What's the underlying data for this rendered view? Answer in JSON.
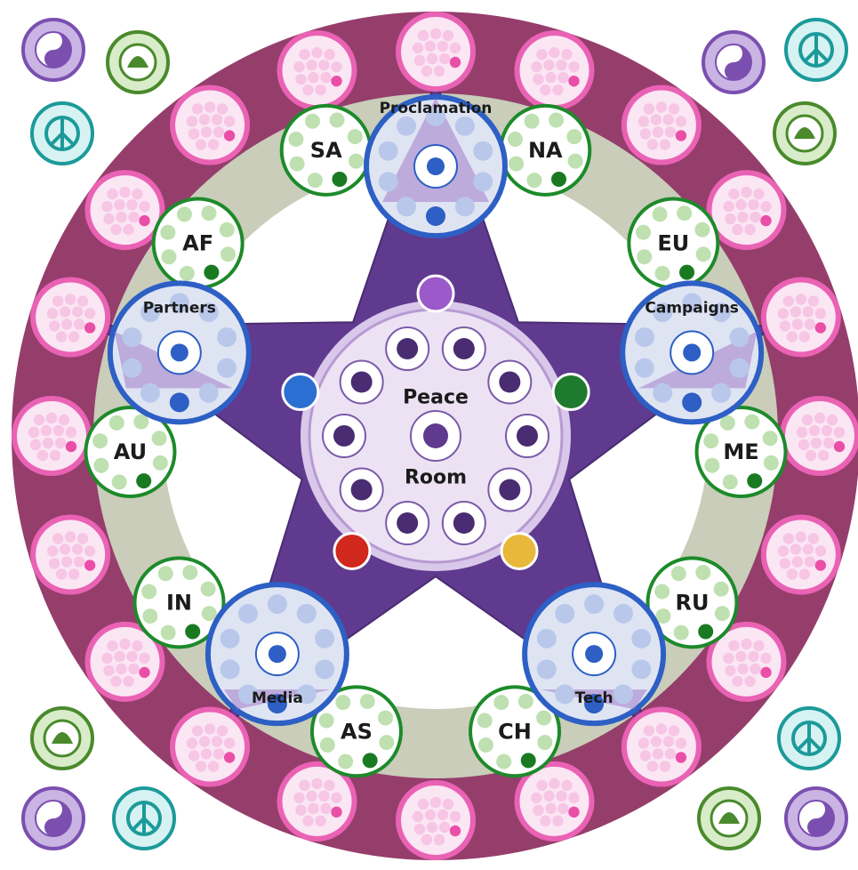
{
  "center": {
    "line1": "Peace",
    "line2": "Room"
  },
  "hubs": [
    {
      "id": "proclamation",
      "label": "Proclamation",
      "icon": "quill-inkwell-icon"
    },
    {
      "id": "campaigns",
      "label": "Campaigns",
      "icon": "shield-icon"
    },
    {
      "id": "tech",
      "label": "Tech",
      "icon": "flower-of-life-icon"
    },
    {
      "id": "media",
      "label": "Media",
      "icon": "palm-trees-icon"
    },
    {
      "id": "partners",
      "label": "Partners",
      "icon": "gender-symbols-icon"
    }
  ],
  "regions": [
    "SA",
    "NA",
    "EU",
    "ME",
    "RU",
    "CH",
    "AS",
    "IN",
    "AU",
    "AF"
  ],
  "elements": [
    {
      "name": "spiral-icon",
      "color": "#9b59c9"
    },
    {
      "name": "leaf-icon",
      "color": "#1e7a2e"
    },
    {
      "name": "wind-icon",
      "color": "#e8b83a"
    },
    {
      "name": "fire-icon",
      "color": "#d0281c"
    },
    {
      "name": "water-drop-icon",
      "color": "#2a6fd1"
    }
  ],
  "animals": [
    "eagle-icon",
    "wolf-icon",
    "whale-icon",
    "elephant-icon",
    "bear-icon",
    "bee-icon",
    "snake-icon",
    "turtle-icon",
    "bull-icon",
    "spider-icon"
  ],
  "center_figure": "liberty-head-icon",
  "corner_icons": [
    "yin-yang-icon",
    "globe-leaf-icon",
    "peace-icon",
    "yin-yang-icon",
    "peace-icon",
    "globe-leaf-icon",
    "globe-leaf-icon",
    "peace-icon",
    "yin-yang-icon",
    "peace-icon",
    "globe-leaf-icon",
    "yin-yang-icon"
  ],
  "colors": {
    "outer_ring": "#953e6c",
    "sage_ring": "#c9cdb9",
    "star": "#5f3a8f",
    "center_disc": "#ece2f4",
    "pink_border": "#ea62b4",
    "green_border": "#1d8a2a",
    "blue_border": "#2d5fc4"
  }
}
